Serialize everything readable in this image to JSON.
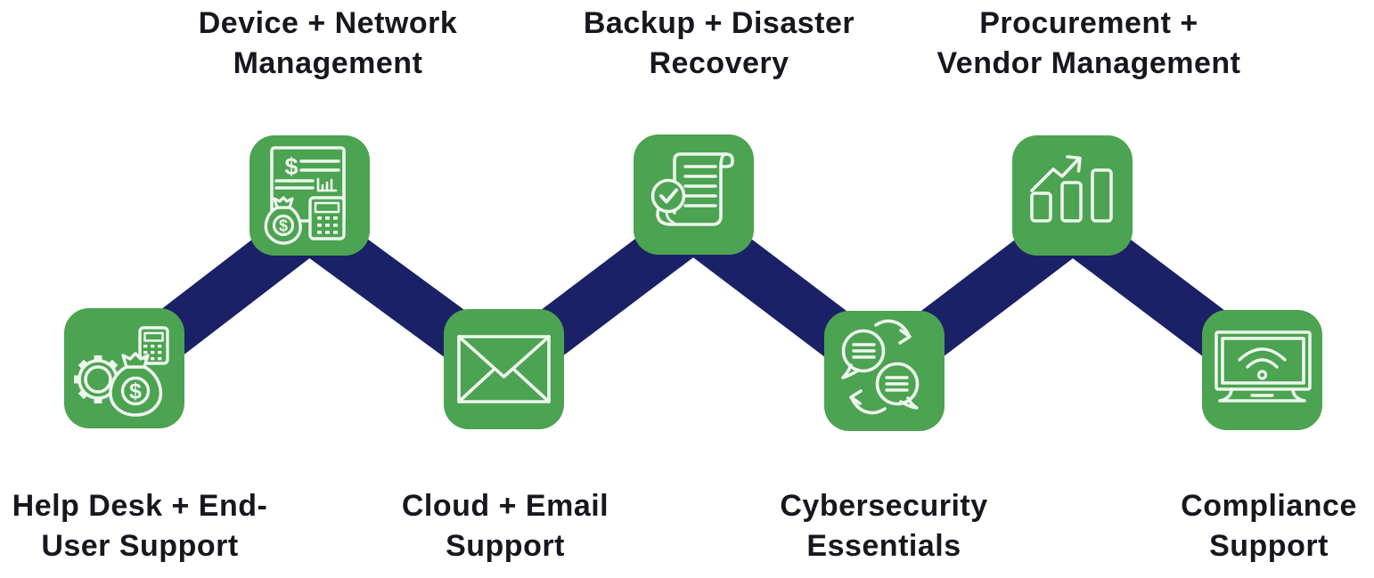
{
  "diagram": {
    "description": "IT services zigzag infographic",
    "colors": {
      "background": "#ffffff",
      "icon_green": "#4CA351",
      "connector_navy": "#1B2167",
      "icon_stroke": "#EDF6EE",
      "text": "#17171F"
    },
    "nodes": [
      {
        "id": "help-desk",
        "icon": "gear-moneybag-calculator-icon",
        "row": "bottom",
        "label_line1": "Help Desk + End-",
        "label_line2": "User Support"
      },
      {
        "id": "device-network",
        "icon": "billing-statement-icon",
        "row": "top",
        "label_line1": "Device + Network",
        "label_line2": "Management"
      },
      {
        "id": "cloud-email",
        "icon": "envelope-icon",
        "row": "bottom",
        "label_line1": "Cloud + Email",
        "label_line2": "Support"
      },
      {
        "id": "backup-dr",
        "icon": "checklist-scroll-icon",
        "row": "top",
        "label_line1": "Backup + Disaster",
        "label_line2": "Recovery"
      },
      {
        "id": "cybersecurity",
        "icon": "chat-exchange-icon",
        "row": "bottom",
        "label_line1": "Cybersecurity",
        "label_line2": "Essentials"
      },
      {
        "id": "procurement-vendor",
        "icon": "growth-bar-chart-icon",
        "row": "top",
        "label_line1": "Procurement +",
        "label_line2": "Vendor Management"
      },
      {
        "id": "compliance",
        "icon": "monitor-wifi-icon",
        "row": "bottom",
        "label_line1": "Compliance",
        "label_line2": "Support"
      }
    ]
  }
}
